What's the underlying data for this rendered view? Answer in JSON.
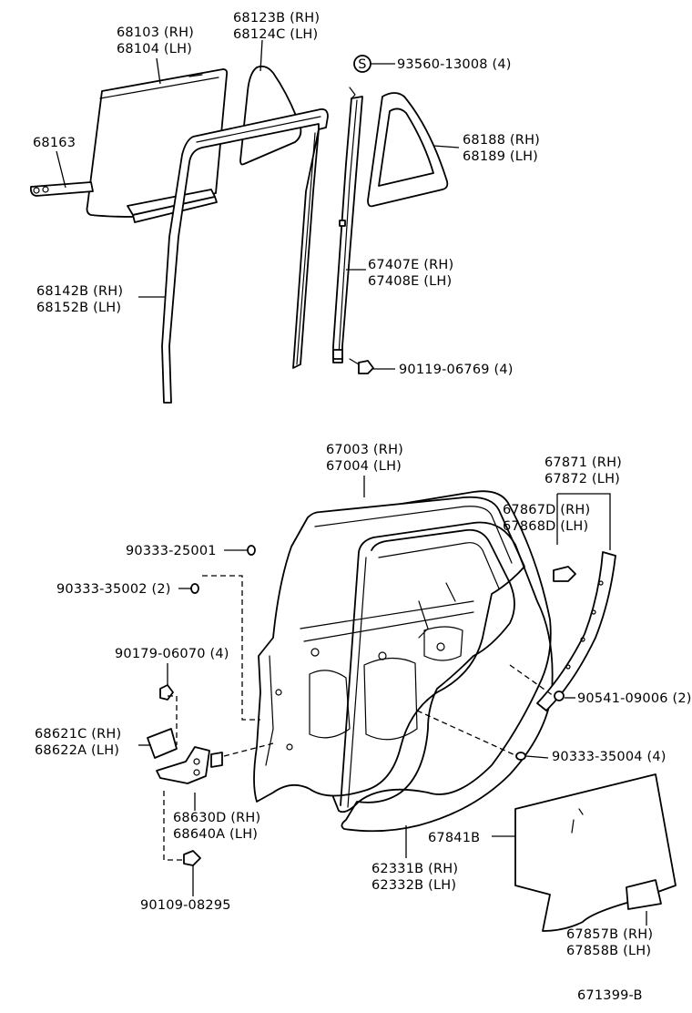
{
  "callouts": {
    "c68103": [
      "68103 (RH)",
      "68104 (LH)"
    ],
    "c68123B": [
      "68123B (RH)",
      "68124C (LH)"
    ],
    "c93560": [
      "93560-13008 (4)"
    ],
    "c68163": [
      "68163"
    ],
    "c68188": [
      "68188 (RH)",
      "68189 (LH)"
    ],
    "c67407E": [
      "67407E (RH)",
      "67408E (LH)"
    ],
    "c68142B": [
      "68142B (RH)",
      "68152B (LH)"
    ],
    "c90119": [
      "90119-06769 (4)"
    ],
    "c67003": [
      "67003 (RH)",
      "67004 (LH)"
    ],
    "c67871": [
      "67871 (RH)",
      "67872 (LH)"
    ],
    "c67867D": [
      "67867D (RH)",
      "67868D (LH)"
    ],
    "c90333_25001": [
      "90333-25001"
    ],
    "c90333_35002": [
      "90333-35002 (2)"
    ],
    "c90179": [
      "90179-06070 (4)"
    ],
    "c90541": [
      "90541-09006 (2)"
    ],
    "c68621C": [
      "68621C (RH)",
      "68622A (LH)"
    ],
    "c90333_35004": [
      "90333-35004 (4)"
    ],
    "c68630D": [
      "68630D (RH)",
      "68640A (LH)"
    ],
    "c67841B": [
      "67841B"
    ],
    "c62331B": [
      "62331B (RH)",
      "62332B (LH)"
    ],
    "c90109": [
      "90109-08295"
    ],
    "c67857B": [
      "67857B (RH)",
      "67858B (LH)"
    ]
  },
  "screw_marker": "S",
  "diagram_id": "671399-B"
}
